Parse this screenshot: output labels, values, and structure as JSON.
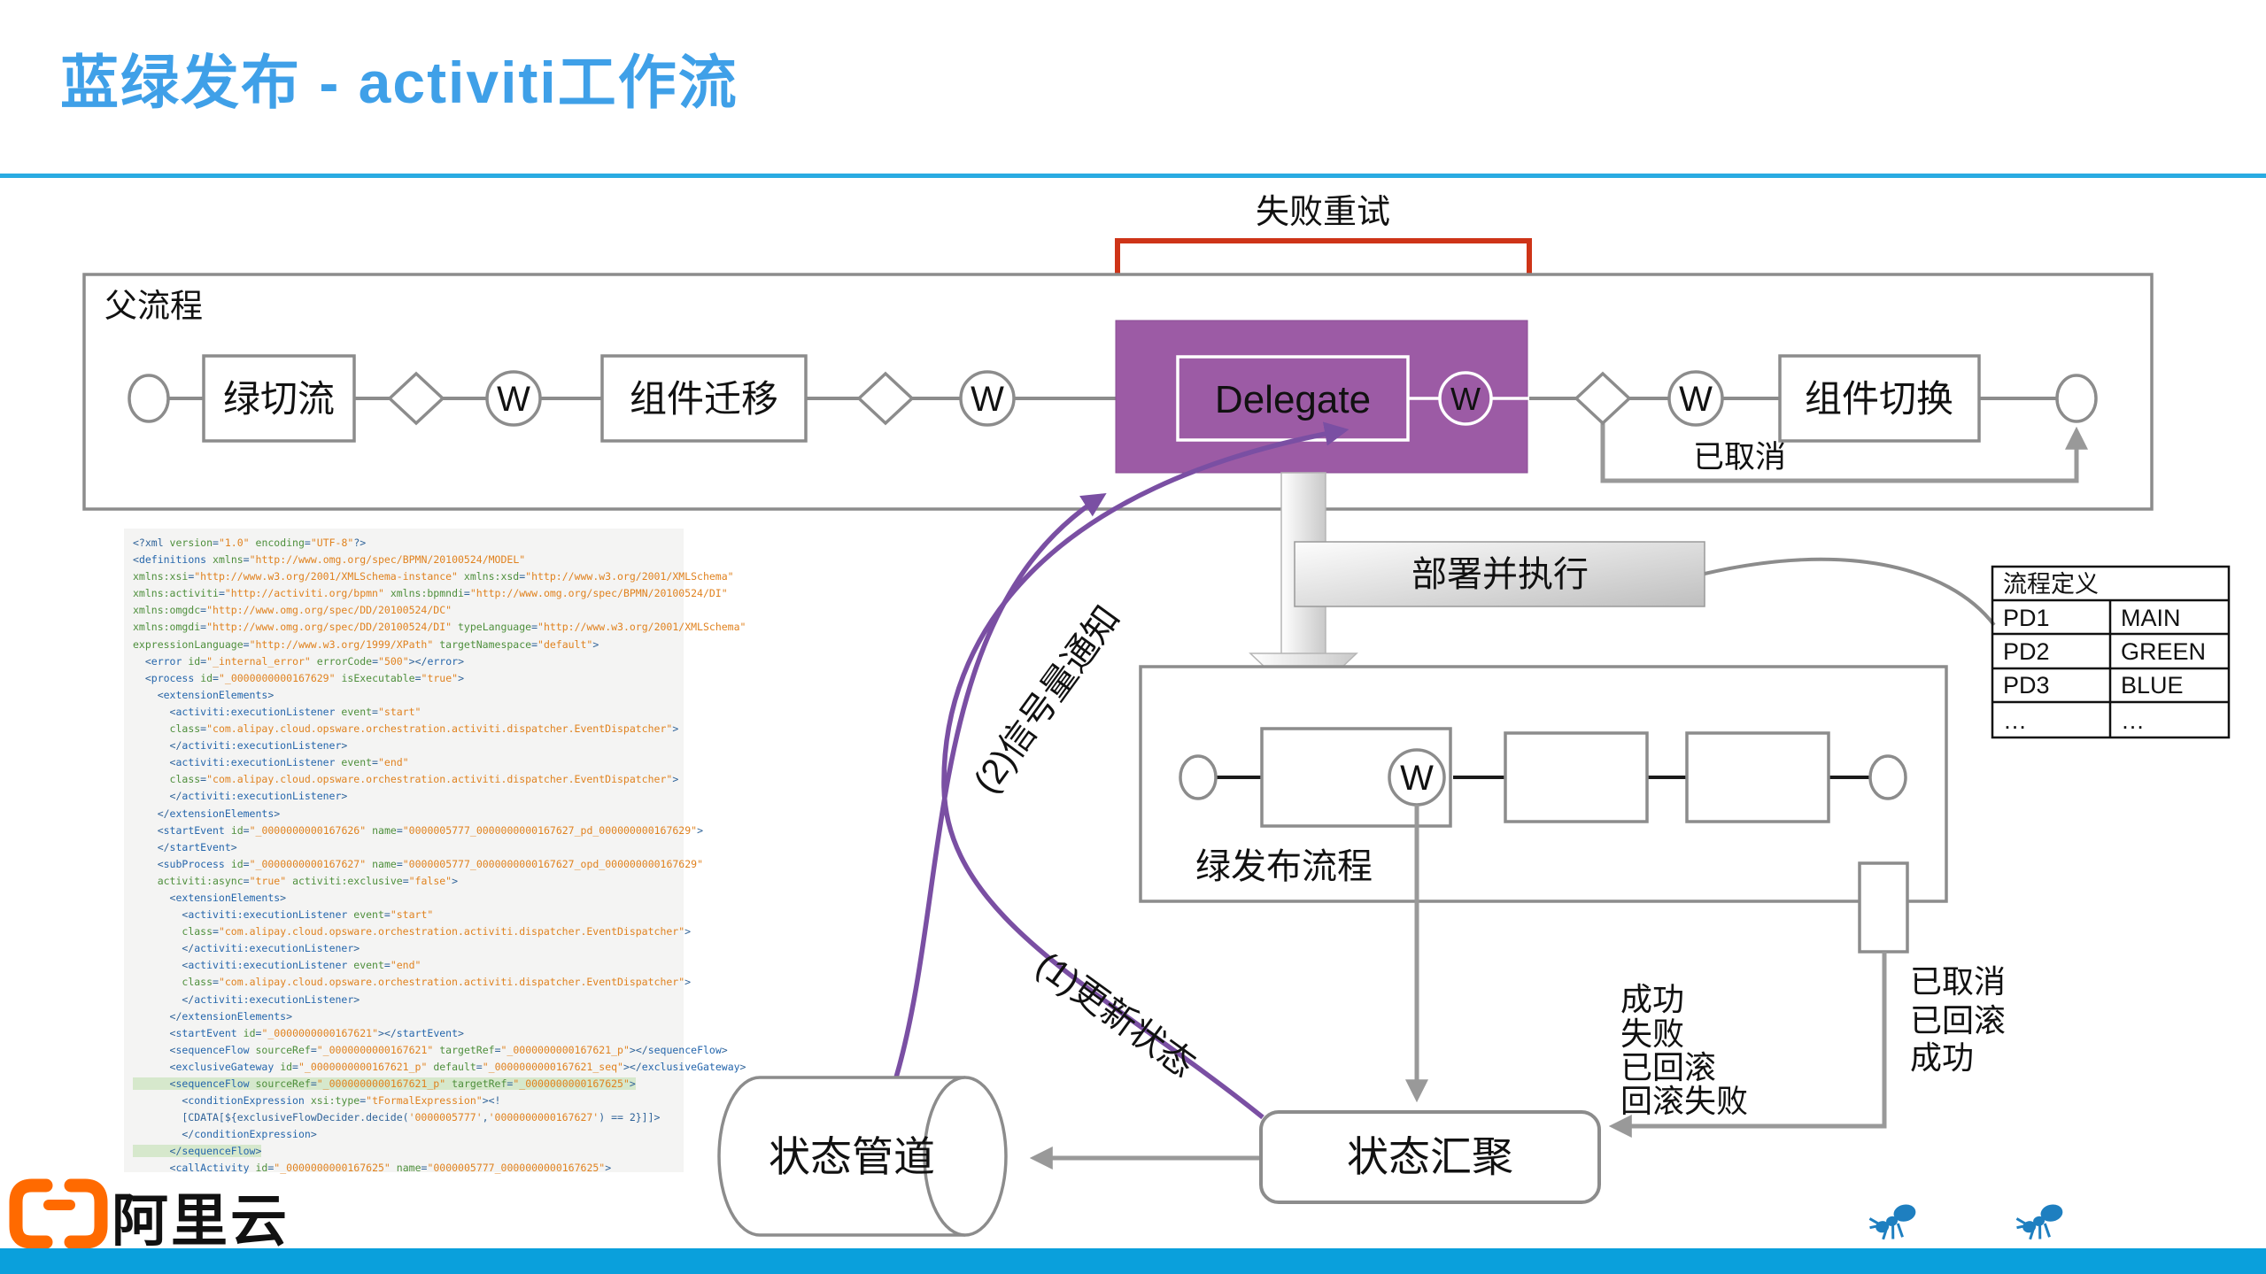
{
  "slide": {
    "title": "蓝绿发布 - activiti工作流"
  },
  "colors": {
    "accent_blue": "#3FA0E8",
    "rule_blue": "#29ABE2",
    "bar_blue": "#0AA0DC",
    "purple_box": "#9C5BA5",
    "purple_line": "#7A4FA3",
    "red": "#CE3418",
    "orange_logo": "#FF6A00",
    "gray_shape": "#8C8C8C"
  },
  "parent_flow": {
    "label": "父流程",
    "retry_label": "失败重试",
    "w_label": "W",
    "nodes": {
      "green_cut": "绿切流",
      "comp_migrate": "组件迁移",
      "delegate": "Delegate",
      "comp_switch": "组件切换",
      "cancelled": "已取消"
    }
  },
  "deploy": {
    "label": "部署并执行"
  },
  "process_table": {
    "title": "流程定义",
    "rows": [
      [
        "PD1",
        "MAIN"
      ],
      [
        "PD2",
        "GREEN"
      ],
      [
        "PD3",
        "BLUE"
      ],
      [
        "…",
        "…"
      ]
    ]
  },
  "green_flow": {
    "label": "绿发布流程",
    "w_label": "W"
  },
  "signals": {
    "signal": "(2)信号量通知",
    "update": "(1)更新状态"
  },
  "status": {
    "pipe": "状态管道",
    "merge": "状态汇聚",
    "left": [
      "成功",
      "失败",
      "已回滚",
      "回滚失败"
    ],
    "right": [
      "已取消",
      "已回滚",
      "成功"
    ]
  },
  "logo": {
    "text": "阿里云"
  },
  "code": {
    "highlight_lines": [
      32,
      36
    ],
    "lines": [
      "<?xml version=\"1.0\" encoding=\"UTF-8\"?>",
      "<definitions xmlns=\"http://www.omg.org/spec/BPMN/20100524/MODEL\"",
      "xmlns:xsi=\"http://www.w3.org/2001/XMLSchema-instance\" xmlns:xsd=\"http://www.w3.org/2001/XMLSchema\"",
      "xmlns:activiti=\"http://activiti.org/bpmn\" xmlns:bpmndi=\"http://www.omg.org/spec/BPMN/20100524/DI\"",
      "xmlns:omgdc=\"http://www.omg.org/spec/DD/20100524/DC\"",
      "xmlns:omgdi=\"http://www.omg.org/spec/DD/20100524/DI\" typeLanguage=\"http://www.w3.org/2001/XMLSchema\"",
      "expressionLanguage=\"http://www.w3.org/1999/XPath\" targetNamespace=\"default\">",
      "  <error id=\"_internal_error\" errorCode=\"500\"></error>",
      "  <process id=\"_0000000000167629\" isExecutable=\"true\">",
      "    <extensionElements>",
      "      <activiti:executionListener event=\"start\"",
      "      class=\"com.alipay.cloud.opsware.orchestration.activiti.dispatcher.EventDispatcher\">",
      "      </activiti:executionListener>",
      "      <activiti:executionListener event=\"end\"",
      "      class=\"com.alipay.cloud.opsware.orchestration.activiti.dispatcher.EventDispatcher\">",
      "      </activiti:executionListener>",
      "    </extensionElements>",
      "    <startEvent id=\"_0000000000167626\" name=\"0000005777_0000000000167627_pd_000000000167629\">",
      "    </startEvent>",
      "    <subProcess id=\"_0000000000167627\" name=\"0000005777_0000000000167627_opd_000000000167629\"",
      "    activiti:async=\"true\" activiti:exclusive=\"false\">",
      "      <extensionElements>",
      "        <activiti:executionListener event=\"start\"",
      "        class=\"com.alipay.cloud.opsware.orchestration.activiti.dispatcher.EventDispatcher\">",
      "        </activiti:executionListener>",
      "        <activiti:executionListener event=\"end\"",
      "        class=\"com.alipay.cloud.opsware.orchestration.activiti.dispatcher.EventDispatcher\">",
      "        </activiti:executionListener>",
      "      </extensionElements>",
      "      <startEvent id=\"_0000000000167621\"></startEvent>",
      "      <sequenceFlow sourceRef=\"_0000000000167621\" targetRef=\"_0000000000167621_p\"></sequenceFlow>",
      "      <exclusiveGateway id=\"_0000000000167621_p\" default=\"_0000000000167621_seq\"></exclusiveGateway>",
      "      <sequenceFlow sourceRef=\"_0000000000167621_p\" targetRef=\"_0000000000167625\">",
      "        <conditionExpression xsi:type=\"tFormalExpression\"><!",
      "        [CDATA[${exclusiveFlowDecider.decide('0000005777','0000000000167627') == 2}]]>",
      "        </conditionExpression>",
      "      </sequenceFlow>",
      "      <callActivity id=\"_0000000000167625\" name=\"0000005777_0000000000167625\">"
    ]
  }
}
